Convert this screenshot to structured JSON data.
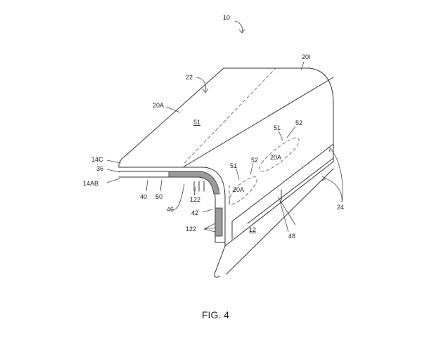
{
  "figure": {
    "caption": "FIG. 4",
    "labels": {
      "ref_10": "10",
      "ref_20i": "20I",
      "ref_22": "22",
      "ref_20a_top": "20A",
      "ref_51_top": "51",
      "ref_51_mid": "51",
      "ref_52_mid": "52",
      "ref_20a_mid": "20A",
      "ref_51_low": "51",
      "ref_52_low": "52",
      "ref_20a_low": "20A",
      "ref_14c": "14C",
      "ref_36": "36",
      "ref_14ab": "14AB",
      "ref_40": "40",
      "ref_50": "50",
      "ref_122_a": "122",
      "ref_46": "46",
      "ref_42": "42",
      "ref_122_b": "122",
      "ref_12": "12",
      "ref_48": "48",
      "ref_24": "24"
    }
  }
}
